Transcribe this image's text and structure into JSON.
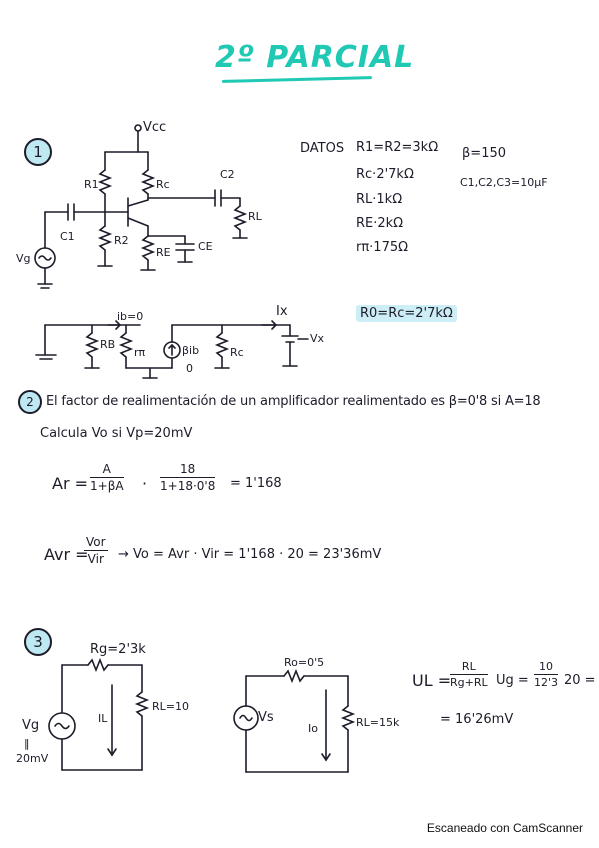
{
  "title": "2º PARCIAL",
  "problem1": {
    "number": "1",
    "labels": {
      "vcc": "Vcc",
      "r1": "R1",
      "rc": "Rc",
      "c2": "C2",
      "rl": "RL",
      "c1": "C1",
      "r2": "R2",
      "re": "RE",
      "ce": "CE",
      "vg": "Vg"
    },
    "datos": {
      "label": "DATOS",
      "items": [
        "R1=R2=3kΩ",
        "Rc·2'7kΩ",
        "RL·1kΩ",
        "RE·2kΩ",
        "rπ·175Ω"
      ],
      "beta": "β=150",
      "caps": "C1,C2,C3=10µF"
    },
    "small_signal": {
      "ib": "ib=0",
      "rb": "RB",
      "rpi": "rπ",
      "source": "βib",
      "zero": "0",
      "rc": "Rc",
      "ix": "Ix",
      "vx": "Vx"
    },
    "result": "R0=Rc=2'7kΩ"
  },
  "problem2": {
    "number": "2",
    "statement_line1": "El factor de realimentación de un amplificador realimentado es β=0'8 si A=18",
    "statement_line2": "Calcula Vo si Vp=20mV",
    "eq1": {
      "lhs": "Ar =",
      "f1_num": "A",
      "f1_den": "1+βA",
      "f2_num": "18",
      "f2_den": "1+18·0'8",
      "result": "= 1'168"
    },
    "eq2": {
      "lhs": "Avr =",
      "num": "Vor",
      "den": "Vir",
      "rest": "→ Vo = Avr · Vir = 1'168 · 20 = 23'36mV"
    }
  },
  "problem3": {
    "number": "3",
    "circuit1": {
      "rg": "Rg=2'3k",
      "rl": "RL=10",
      "vg": "Vg",
      "eq": "‖",
      "vgval": "20mV",
      "il": "IL"
    },
    "circuit2": {
      "ro": "Ro=0'5",
      "vs": "Vs",
      "rl": "RL=15k",
      "io": "Io"
    },
    "eq_lhs": "UL =",
    "f1_num": "RL",
    "f1_den": "Rg+RL",
    "mid": "Ug =",
    "f2_num": "10",
    "f2_den": "12'3",
    "tail": "20 =",
    "result": "= 16'26mV"
  },
  "footer": "Escaneado con CamScanner"
}
